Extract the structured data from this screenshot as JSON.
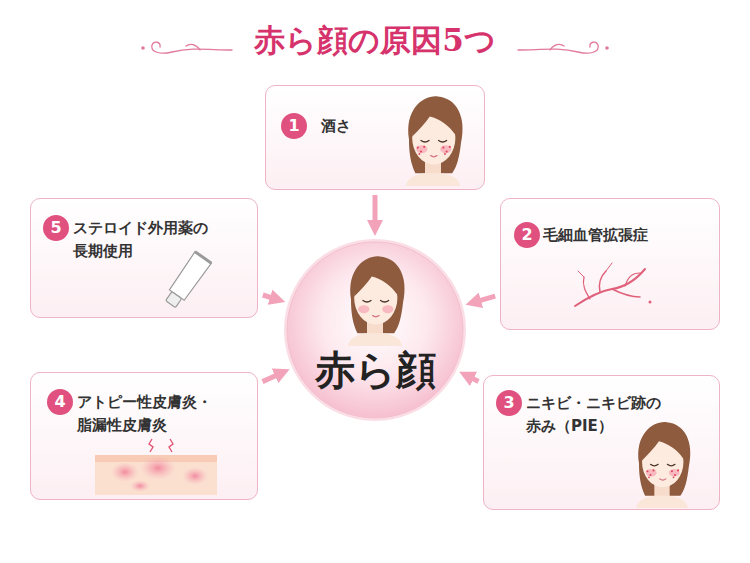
{
  "diagram": {
    "title": "赤ら顔の原因5つ",
    "nodes": [
      {
        "text": [
          "酒さ"
        ]
      },
      {
        "text": [
          "1"
        ],
        "in": 0
      },
      {
        "text": [
          "毛細血管拡張症"
        ]
      },
      {
        "text": [
          "2"
        ],
        "in": 2
      },
      {
        "text": [
          "ニキビ・ニキビ跡の 赤み（PIE）"
        ]
      },
      {
        "text": [
          "3"
        ],
        "in": 4
      },
      {
        "text": [
          "アトピー性皮膚炎・ 脂漏性皮膚炎"
        ]
      },
      {
        "text": [
          "4"
        ],
        "in": 6
      },
      {
        "text": [
          "ステロイド外用薬の 長期使用"
        ]
      },
      {
        "text": [
          "5"
        ],
        "in": 8
      },
      {
        "text": [
          "赤ら顔"
        ]
      }
    ],
    "edges": [
      {
        "from": 0,
        "to": 10,
        "arrow": "to"
      },
      {
        "from": 2,
        "to": 10,
        "arrow": "to"
      },
      {
        "from": 4,
        "to": 10,
        "arrow": "to"
      },
      {
        "from": 6,
        "to": 10,
        "arrow": "to"
      },
      {
        "from": 8,
        "to": 10,
        "arrow": "to"
      }
    ]
  }
}
